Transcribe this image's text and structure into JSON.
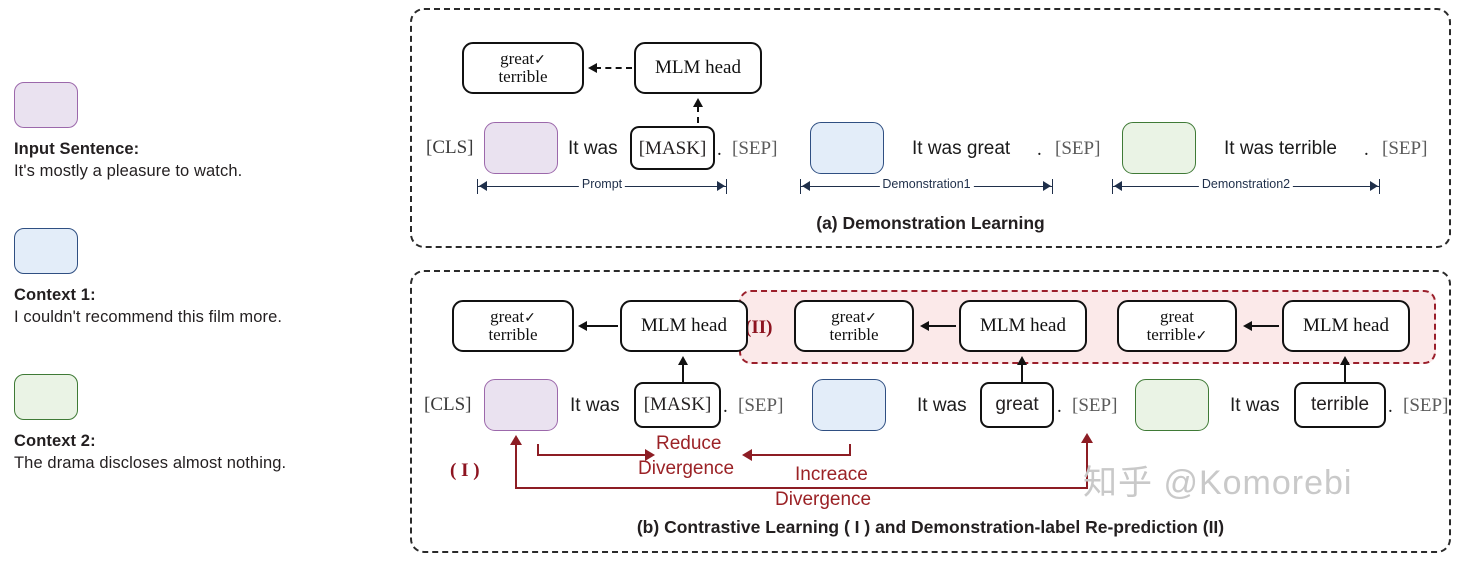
{
  "legend": {
    "items": [
      {
        "swatch": "purple",
        "title": "Input Sentence:",
        "text": "It's mostly a pleasure to watch."
      },
      {
        "swatch": "blue",
        "title": "Context 1:",
        "text": "I couldn't recommend this film more."
      },
      {
        "swatch": "green",
        "title": "Context 2:",
        "text": "The drama discloses almost nothing."
      }
    ]
  },
  "colors": {
    "purple_fill": "#eae2f0",
    "purple_border": "#9c68ab",
    "blue_fill": "#e3edf9",
    "blue_border": "#2f4f82",
    "green_fill": "#eaf3e5",
    "green_border": "#3f7a36",
    "red_region_fill": "#fbe9e9",
    "red_region_border": "#9b1f2b",
    "annotation_red": "#9b2226",
    "panel_border": "#2a2a2a"
  },
  "panel_a": {
    "caption": "(a) Demonstration Learning",
    "verbalizer": {
      "line1": "great",
      "line2": "terrible",
      "check_on": "line1"
    },
    "mlm_head": "MLM head",
    "cls": "[CLS]",
    "prompt": {
      "prefix": "It was",
      "mask": "[MASK]",
      "period": ".",
      "sep": "[SEP]"
    },
    "demo1": {
      "sentence": "It was great",
      "period": ".",
      "sep": "[SEP]"
    },
    "demo2": {
      "sentence": "It was terrible",
      "period": ".",
      "sep": "[SEP]"
    },
    "spans": [
      {
        "label": "Prompt"
      },
      {
        "label": "Demonstration1"
      },
      {
        "label": "Demonstration2"
      }
    ]
  },
  "panel_b": {
    "caption": "(b)  Contrastive Learning ( I ) and Demonstration-label Re-prediction (II)",
    "marker_i": "( I )",
    "marker_ii": "(II)",
    "mlm_head": "MLM head",
    "cls": "[CLS]",
    "verbalizer_prompt": {
      "line1": "great",
      "line2": "terrible",
      "check_on": "line1"
    },
    "verbalizer_demo1": {
      "line1": "great",
      "line2": "terrible",
      "check_on": "line1"
    },
    "verbalizer_demo2": {
      "line1": "great",
      "line2": "terrible",
      "check_on": "line2"
    },
    "prompt": {
      "prefix": "It was",
      "mask": "[MASK]",
      "period": ".",
      "sep": "[SEP]"
    },
    "demo1": {
      "prefix": "It was",
      "token": "great",
      "period": ".",
      "sep": "[SEP]"
    },
    "demo2": {
      "prefix": "It was",
      "token": "terrible",
      "period": ".",
      "sep": "[SEP]"
    },
    "annotations": {
      "reduce": "Reduce",
      "reduce_2": "Divergence",
      "increase": "Increace",
      "increase_2": "Divergence"
    }
  },
  "watermark": "知乎 @Komorebi"
}
